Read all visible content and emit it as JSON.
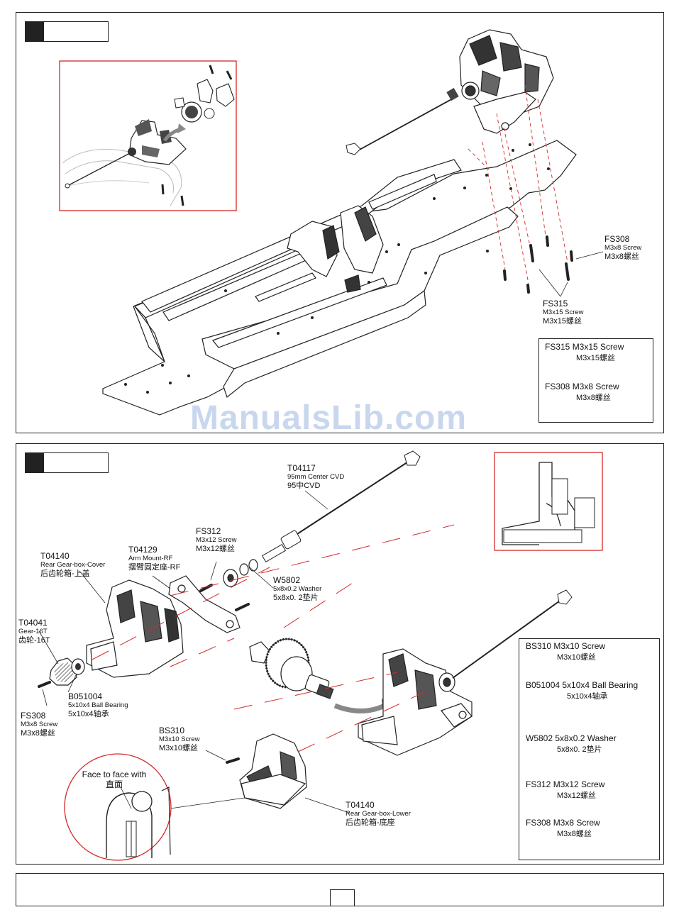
{
  "watermark": "ManualsLib.com",
  "step1": {
    "labels": {
      "fs308": {
        "code": "FS308",
        "en": "M3x8 Screw",
        "cn": "M3x8螺丝"
      },
      "fs315": {
        "code": "FS315",
        "en": "M3x15 Screw",
        "cn": "M3x15螺丝"
      }
    },
    "legend": [
      {
        "title": "FS315 M3x15 Screw",
        "cn": "M3x15螺丝"
      },
      {
        "title": "FS308 M3x8 Screw",
        "cn": "M3x8螺丝"
      }
    ]
  },
  "step2": {
    "labels": {
      "t04117": {
        "code": "T04117",
        "en": "95mm Center CVD",
        "cn": "95中CVD"
      },
      "fs312": {
        "code": "FS312",
        "en": "M3x12 Screw",
        "cn": "M3x12螺丝"
      },
      "t04129": {
        "code": "T04129",
        "en": "Arm Mount-RF",
        "cn": "摆臂固定座-RF"
      },
      "t04140_cover": {
        "code": "T04140",
        "en": "Rear Gear-box-Cover",
        "cn": "后齿轮箱-上盖"
      },
      "w5802": {
        "code": "W5802",
        "en": "5x8x0.2 Washer",
        "cn": "5x8x0. 2垫片"
      },
      "t04041": {
        "code": "T04041",
        "en": "Gear-16T",
        "cn": "齿轮-16T"
      },
      "b051004": {
        "code": "B051004",
        "en": "5x10x4 Ball Bearing",
        "cn": "5x10x4轴承"
      },
      "fs308": {
        "code": "FS308",
        "en": "M3x8 Screw",
        "cn": "M3x8螺丝"
      },
      "bs310": {
        "code": "BS310",
        "en": "M3x10 Screw",
        "cn": "M3x10螺丝"
      },
      "t04140_lower": {
        "code": "T04140",
        "en": "Rear Gear-box-Lower",
        "cn": "后齿轮箱-底座"
      }
    },
    "callout": {
      "line1": "Face to face with",
      "line2": "直面"
    },
    "legend": [
      {
        "title": "BS310 M3x10 Screw",
        "cn": "M3x10螺丝"
      },
      {
        "title": "B051004 5x10x4 Ball Bearing",
        "cn": "5x10x4轴承"
      },
      {
        "title": "W5802 5x8x0.2 Washer",
        "cn": "5x8x0. 2垫片"
      },
      {
        "title": "FS312 M3x12 Screw",
        "cn": "M3x12螺丝"
      },
      {
        "title": "FS308 M3x8 Screw",
        "cn": "M3x8螺丝"
      }
    ]
  },
  "colors": {
    "accent_red": "#d42a2a",
    "line": "#222222",
    "watermark": "#c9d7ee"
  }
}
